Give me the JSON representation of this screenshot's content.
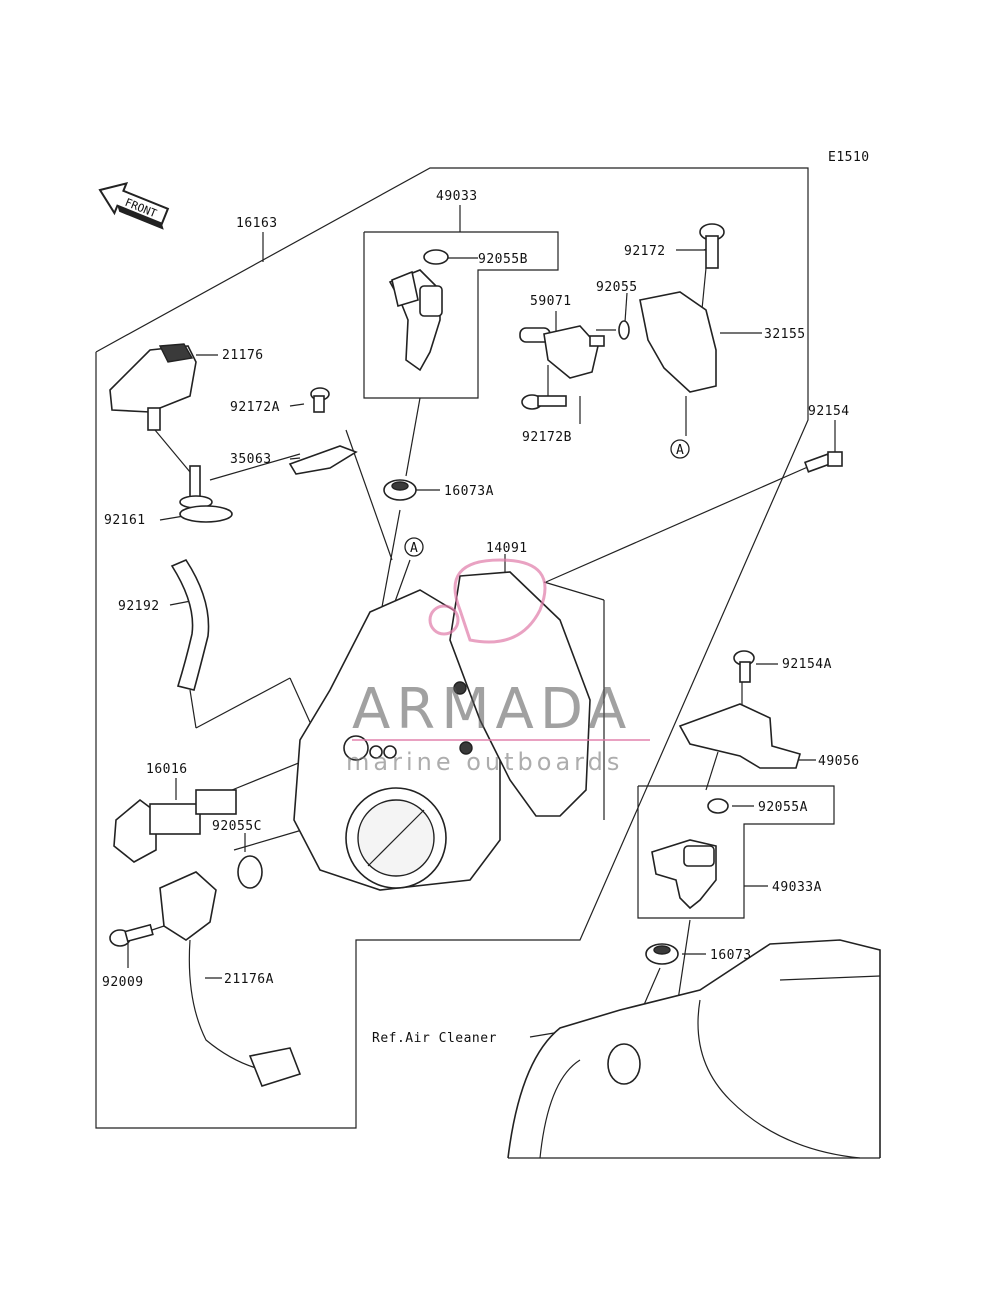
{
  "diagram_code": "E1510",
  "front_label": "FRONT",
  "watermark": {
    "brand": "ARMADA",
    "tagline": "marine outboards",
    "accent_color": "#e07aa8"
  },
  "callout_marks": [
    "A",
    "A"
  ],
  "ref_note": "Ref.Air Cleaner",
  "parts": [
    {
      "id": "16163"
    },
    {
      "id": "49033"
    },
    {
      "id": "92055B"
    },
    {
      "id": "92172"
    },
    {
      "id": "59071"
    },
    {
      "id": "92055"
    },
    {
      "id": "32155"
    },
    {
      "id": "21176"
    },
    {
      "id": "92172A"
    },
    {
      "id": "92172B"
    },
    {
      "id": "35063"
    },
    {
      "id": "16073A"
    },
    {
      "id": "92154"
    },
    {
      "id": "92161"
    },
    {
      "id": "14091"
    },
    {
      "id": "92192"
    },
    {
      "id": "92154A"
    },
    {
      "id": "49056"
    },
    {
      "id": "16016"
    },
    {
      "id": "92055A"
    },
    {
      "id": "92055C"
    },
    {
      "id": "49033A"
    },
    {
      "id": "92009"
    },
    {
      "id": "16073"
    },
    {
      "id": "21176A"
    }
  ]
}
